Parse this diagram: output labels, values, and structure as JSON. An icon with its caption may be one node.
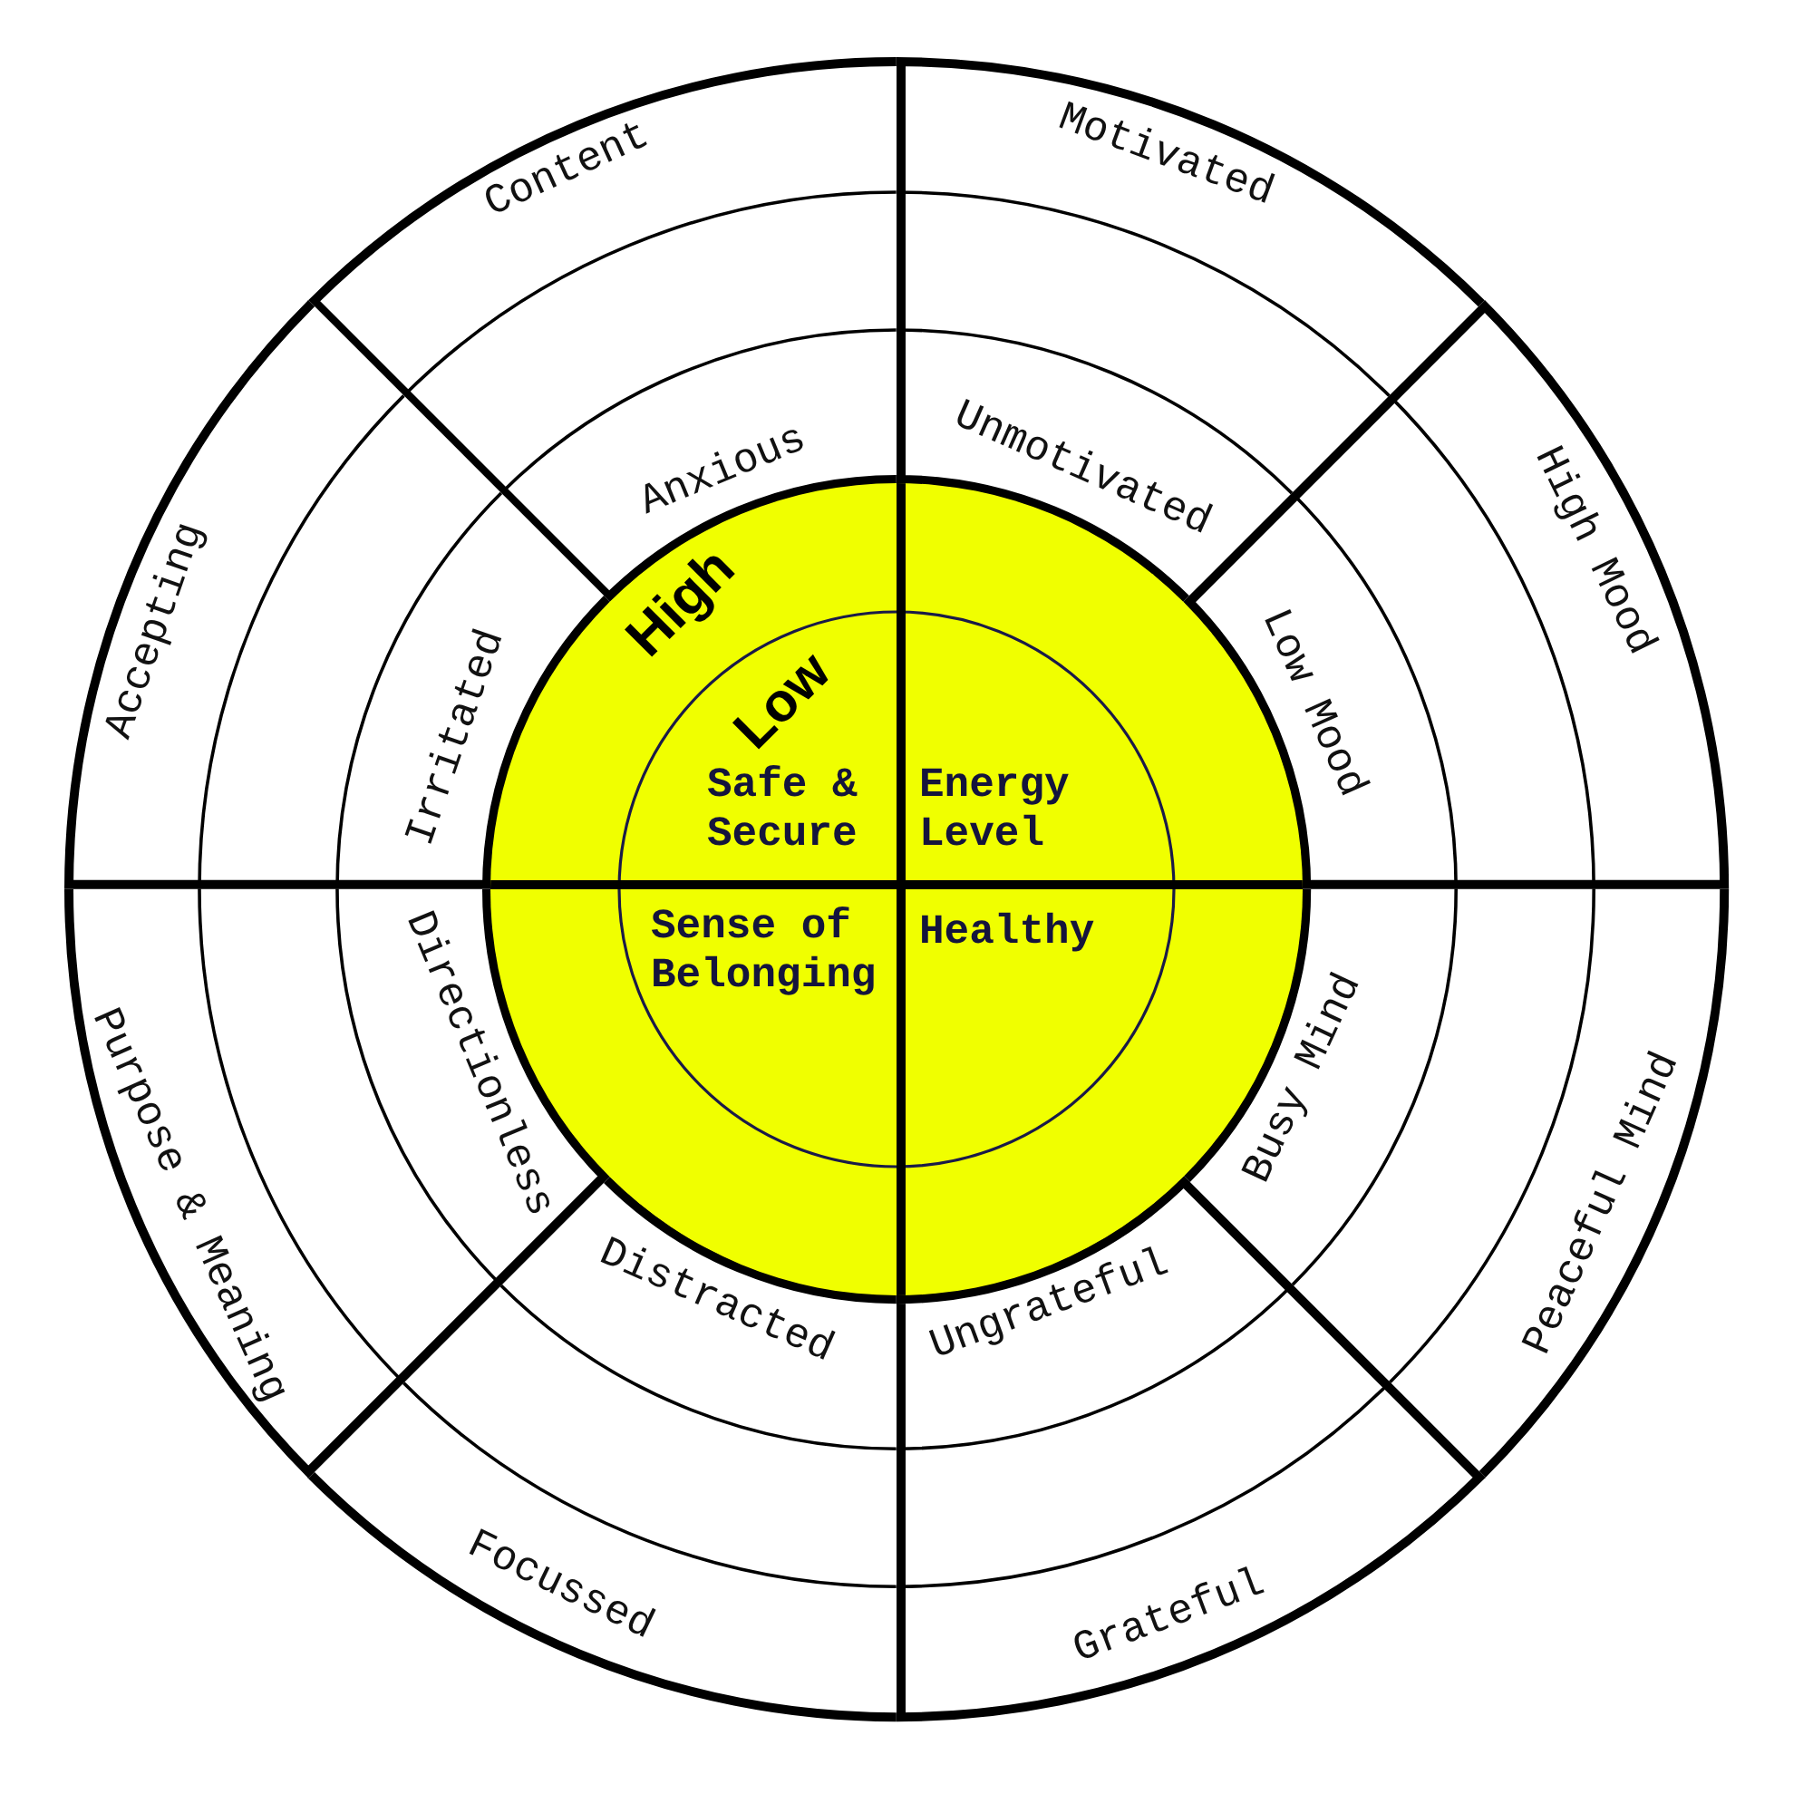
{
  "diagram": {
    "nodes": [
      {
        "text": [
          "Content",
          "Anxious"
        ]
      },
      {
        "text": [
          "Motivated",
          "Unmotivated"
        ]
      },
      {
        "text": [
          "High Mood",
          "Low Mood"
        ]
      },
      {
        "text": [
          "Peaceful Mind",
          "Busy Mind"
        ]
      },
      {
        "text": [
          "Grateful",
          "Ungrateful"
        ]
      },
      {
        "text": [
          "Focussed",
          "Distracted"
        ]
      },
      {
        "text": [
          "Purpose & Meaning",
          "Directionless"
        ]
      },
      {
        "text": [
          "Accepting",
          "Irritated"
        ]
      },
      {
        "text": [
          "Safe & Secure"
        ]
      },
      {
        "text": [
          "Energy Level"
        ]
      },
      {
        "text": [
          "Sense of Belonging"
        ]
      },
      {
        "text": [
          "Healthy"
        ]
      }
    ],
    "labels": [
      "High",
      "Low"
    ]
  }
}
